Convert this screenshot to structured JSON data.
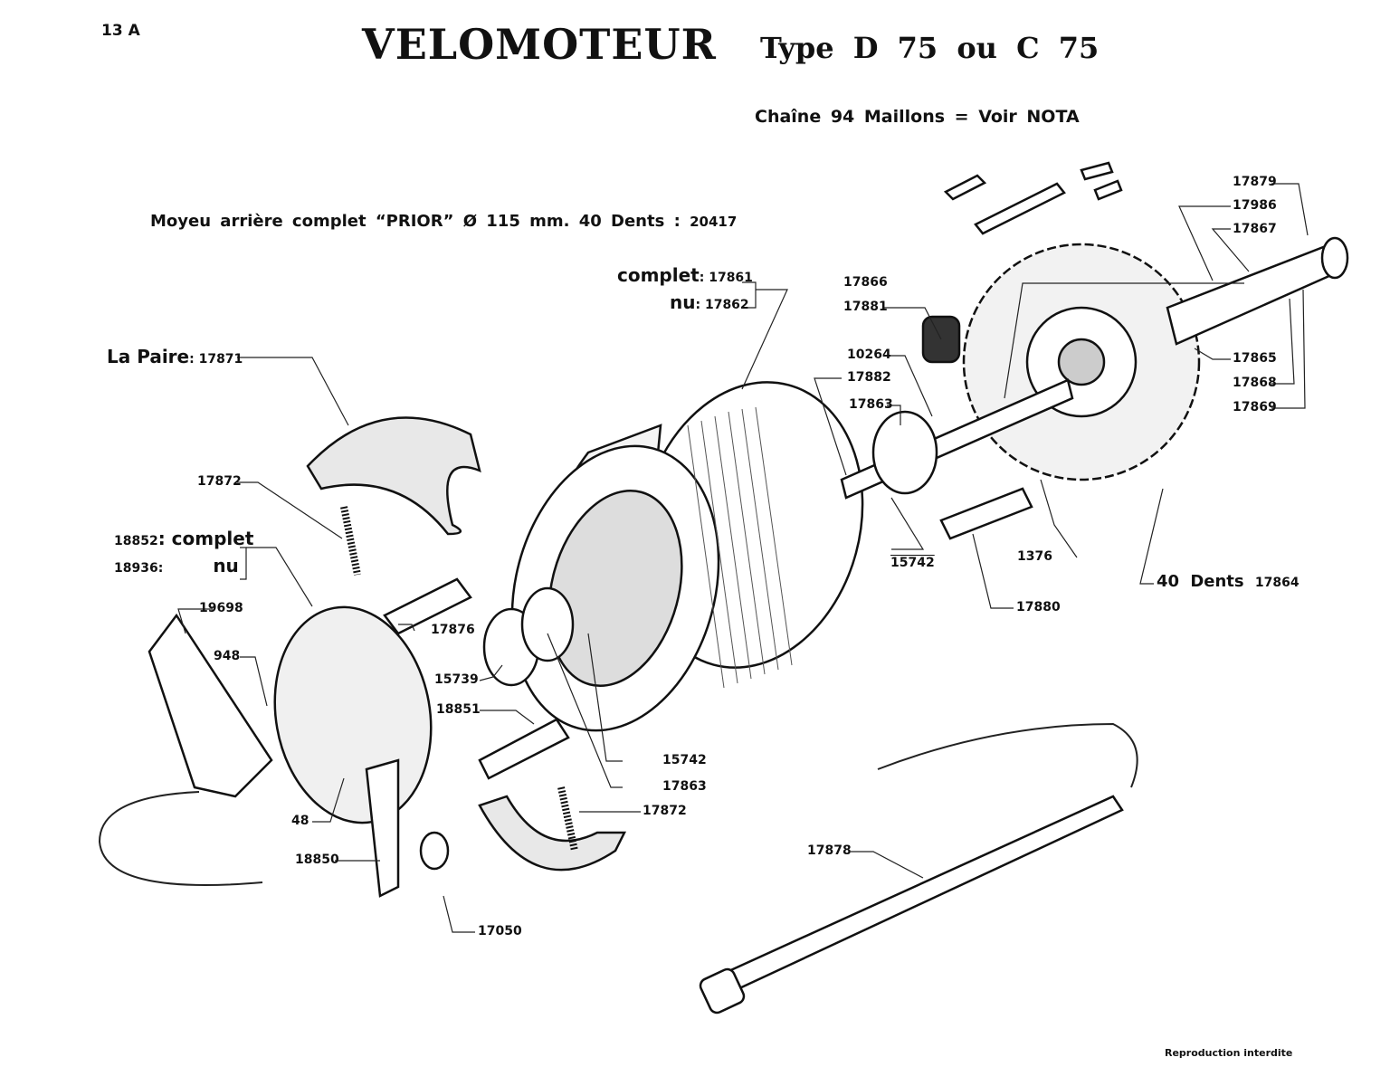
{
  "header": {
    "page_number": "13 A",
    "title": "VELOMOTEUR",
    "subtitle": "Type D 75 ou C 75",
    "chain_note": "Chaîne 94 Maillons = Voir NOTA"
  },
  "hub_note": {
    "text": "Moyeu arrière complet “PRIOR” Ø 115 mm. 40 Dents :",
    "number": "20417"
  },
  "groups": {
    "hub_shell": {
      "complet_label": "complet",
      "complet_ref": ": 17861",
      "nu_label": "nu",
      "nu_ref": ": 17862"
    },
    "brake_shoes": {
      "label": "La Paire",
      "ref": ": 17871"
    },
    "brake_plate": {
      "complet_ref": "18852",
      "complet_label": ": complet",
      "nu_ref": "18936:",
      "nu_label": "nu"
    },
    "sprocket": {
      "teeth_label": "40 Dents",
      "ref": "17864"
    }
  },
  "parts": [
    {
      "id": "17879"
    },
    {
      "id": "17986"
    },
    {
      "id": "17867"
    },
    {
      "id": "17866"
    },
    {
      "id": "17881"
    },
    {
      "id": "10264"
    },
    {
      "id": "17882"
    },
    {
      "id": "17863"
    },
    {
      "id": "17865"
    },
    {
      "id": "17868"
    },
    {
      "id": "17869"
    },
    {
      "id": "17872"
    },
    {
      "id": "19698"
    },
    {
      "id": "948"
    },
    {
      "id": "17876"
    },
    {
      "id": "15739"
    },
    {
      "id": "18851"
    },
    {
      "id": "15742"
    },
    {
      "id": "17863"
    },
    {
      "id": "48"
    },
    {
      "id": "18850"
    },
    {
      "id": "17872"
    },
    {
      "id": "17050"
    },
    {
      "id": "15742"
    },
    {
      "id": "1376"
    },
    {
      "id": "17880"
    },
    {
      "id": "17878"
    }
  ],
  "footer": "Reproduction interdite"
}
